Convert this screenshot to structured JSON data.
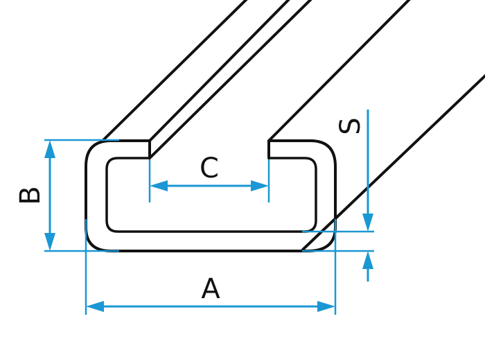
{
  "diagram": {
    "dimensions": {
      "width": "A",
      "height": "B",
      "slot_opening": "C",
      "wall_thickness": "S"
    }
  },
  "colors": {
    "outline": "#111111",
    "dimension": "#1a97d4",
    "background": "#ffffff"
  }
}
